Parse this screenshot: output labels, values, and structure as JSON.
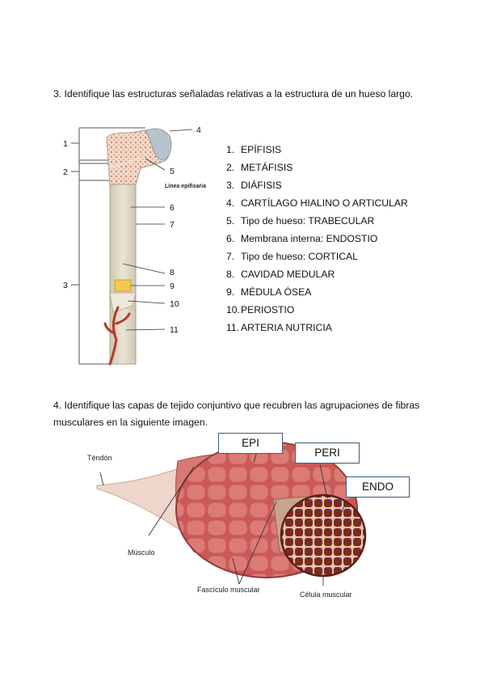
{
  "question3": {
    "text": "3. Identifique las estructuras señaladas relativas a la estructura de un hueso largo."
  },
  "bone_figure": {
    "labels": [
      "1",
      "2",
      "3",
      "4",
      "5",
      "6",
      "7",
      "8",
      "9",
      "10",
      "11"
    ],
    "epiphyseal_line": "Línea epifisaria"
  },
  "answers": [
    {
      "num": "1.",
      "text": "EPÍFISIS"
    },
    {
      "num": "2.",
      "text": "METÁFISIS"
    },
    {
      "num": "3.",
      "text": "DIÁFISIS"
    },
    {
      "num": "4.",
      "text": "CARTÍLAGO HIALINO O ARTICULAR"
    },
    {
      "num": "5.",
      "text": "Tipo de hueso: TRABECULAR"
    },
    {
      "num": "6.",
      "text": "Membrana interna: ENDOSTIO"
    },
    {
      "num": "7.",
      "text": "Tipo de hueso: CORTICAL"
    },
    {
      "num": "8.",
      "text": "CAVIDAD MEDULAR"
    },
    {
      "num": "9.",
      "text": "MÉDULA ÓSEA"
    },
    {
      "num": "10.",
      "text": "PERIOSTIO"
    },
    {
      "num": "11.",
      "text": "ARTERIA NUTRICIA"
    }
  ],
  "question4": {
    "text": "4. Identifique las capas de tejido conjuntivo que recubren las agrupaciones de fibras musculares en la siguiente imagen."
  },
  "muscle_figure": {
    "tendon": "Téndón",
    "muscle": "Músculo",
    "fascicle": "Fascículo muscular",
    "cell": "Célula muscular",
    "tags": {
      "epi": "EPI",
      "peri": "PERI",
      "endo": "ENDO"
    }
  }
}
